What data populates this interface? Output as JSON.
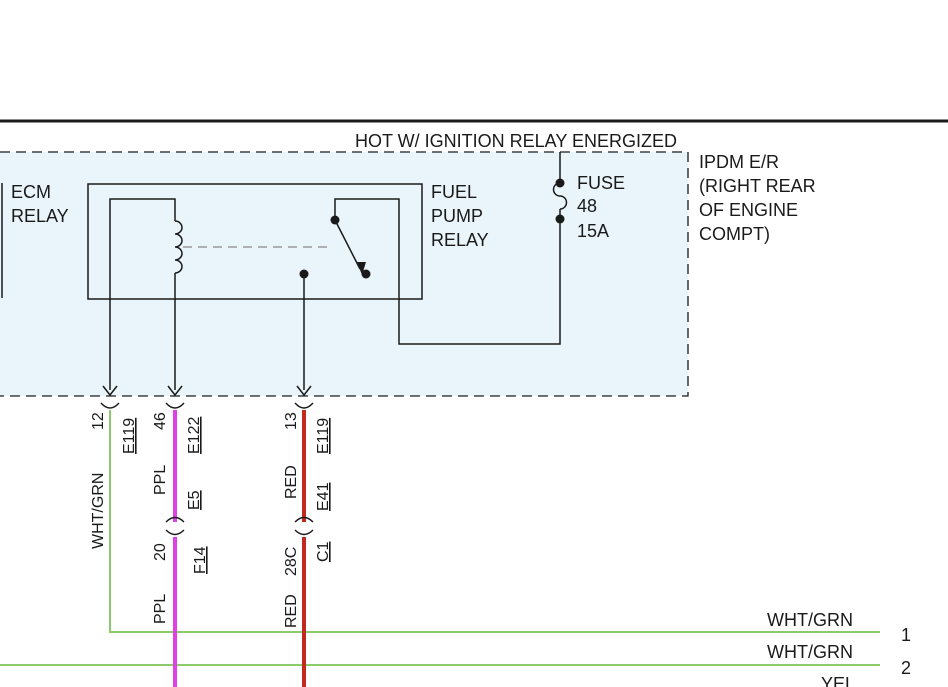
{
  "header": {
    "supply_label": "HOT W/ IGNITION RELAY ENERGIZED"
  },
  "module": {
    "name_lines": [
      "IPDM E/R",
      "(RIGHT REAR",
      "OF ENGINE",
      "COMPT)"
    ],
    "box_fill": "#e9f5fb"
  },
  "ecm_relay": {
    "lines": [
      "ECM",
      "RELAY"
    ]
  },
  "fuel_pump_relay": {
    "lines": [
      "FUEL",
      "PUMP",
      "RELAY"
    ]
  },
  "fuse": {
    "lines": [
      "FUSE",
      "48",
      "15A"
    ]
  },
  "connectors": [
    {
      "pin": "12",
      "conn": "E119"
    },
    {
      "pin": "46",
      "conn": "E122"
    },
    {
      "pin": "13",
      "conn": "E119"
    },
    {
      "pin": "20",
      "conn": "F14"
    },
    {
      "pin": "28C",
      "conn": "C1"
    },
    {
      "conn": "E5"
    },
    {
      "conn": "E41"
    }
  ],
  "wires": {
    "left_upper": "WHT/GRN",
    "ppl_upper": "PPL",
    "ppl_lower": "PPL",
    "red_upper": "RED",
    "red_lower": "RED",
    "right_1": "WHT/GRN",
    "right_2": "WHT/GRN",
    "right_3": "YEL"
  },
  "refs": [
    "1",
    "2"
  ],
  "colors": {
    "wht_grn": "#8ccb6b",
    "ppl": "#e040e8",
    "red": "#c22a20",
    "line": "#1a1a1a"
  }
}
